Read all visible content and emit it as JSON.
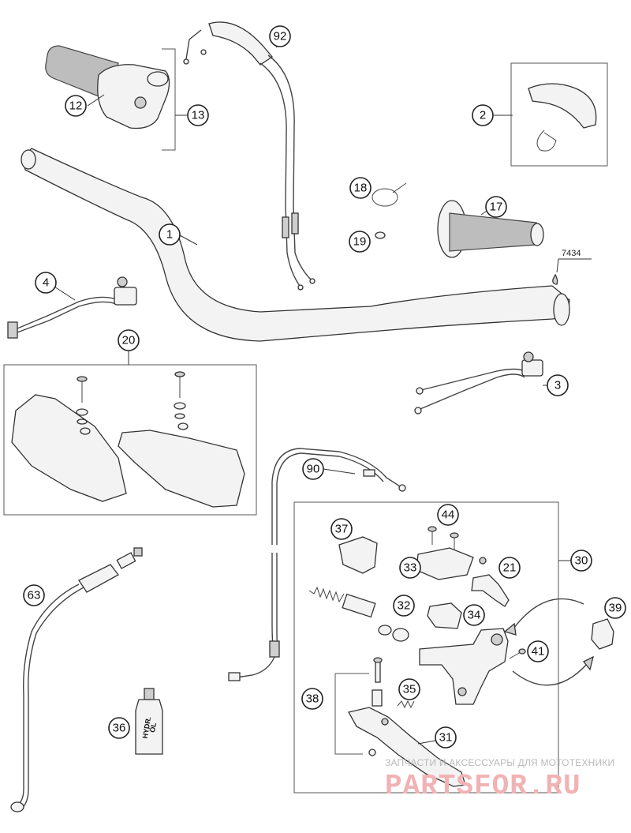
{
  "callouts": {
    "c1": "1",
    "c2": "2",
    "c3": "3",
    "c4": "4",
    "c12": "12",
    "c13": "13",
    "c17": "17",
    "c18": "18",
    "c19": "19",
    "c20": "20",
    "c21": "21",
    "c30": "30",
    "c31": "31",
    "c32": "32",
    "c33": "33",
    "c34": "34",
    "c35": "35",
    "c36": "36",
    "c37": "37",
    "c38": "38",
    "c39": "39",
    "c41": "41",
    "c44": "44",
    "c63": "63",
    "c90": "90",
    "c92": "92"
  },
  "reference_note": "7434",
  "oil_bottle_label": {
    "line1": "HYDR.",
    "line2": "ÖL"
  },
  "watermark": {
    "tagline": "ЗАПЧАСТИ И АКСЕССУАРЫ ДЛЯ МОТОТЕХНИКИ",
    "brand": "PARTSFOR.RU"
  }
}
